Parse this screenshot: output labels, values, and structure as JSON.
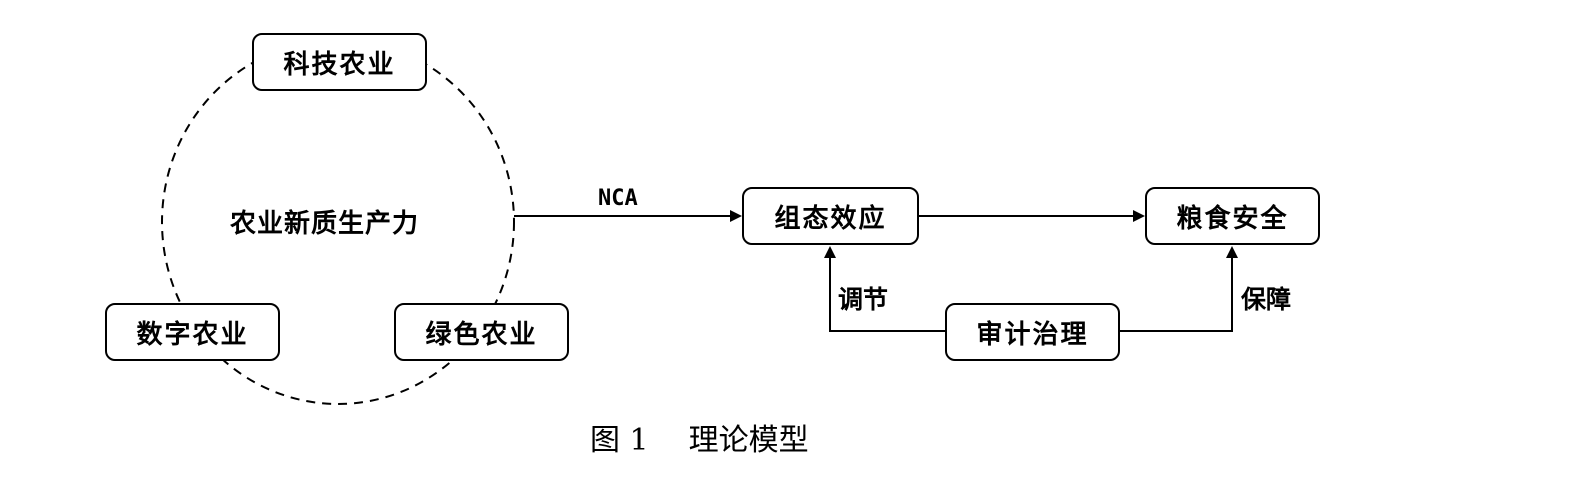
{
  "diagram": {
    "nodes": {
      "tech_agri": "科技农业",
      "digital_agri": "数字农业",
      "green_agri": "绿色农业",
      "center": "农业新质生产力",
      "config_effect": "组态效应",
      "food_security": "粮食安全",
      "audit_governance": "审计治理"
    },
    "edge_labels": {
      "nca": "NCA",
      "regulate": "调节",
      "guarantee": "保障"
    }
  },
  "caption": {
    "figure_number": "图 1",
    "title": "理论模型"
  }
}
